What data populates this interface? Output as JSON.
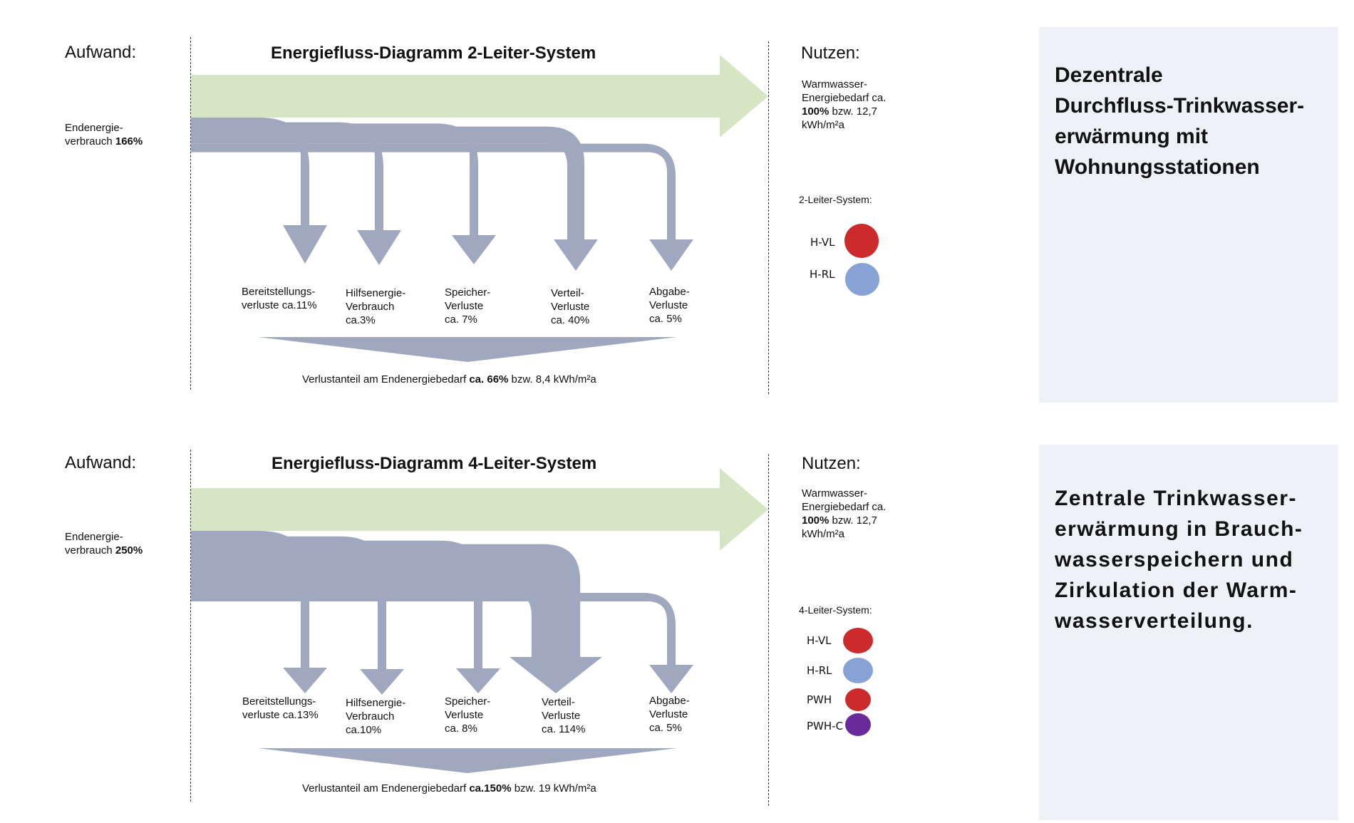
{
  "colors": {
    "useful_arrow": "#d6e6c5",
    "loss_arrow": "#a0a8c0",
    "h_vl": "#cc2b2b",
    "h_rl": "#87a3d6",
    "pwh": "#cc2b2b",
    "pwh_c": "#6a2b9a",
    "side_box": "#eef1f5"
  },
  "panels": [
    {
      "aufwand": "Aufwand:",
      "title": "Energiefluss-Diagramm 2-Leiter-System",
      "nutzen": "Nutzen:",
      "input_label": "Endenergie-",
      "input_label2": "verbrauch ",
      "input_value": "166%",
      "useful": {
        "line1": "Warmwasser-",
        "line2": "Energiebedarf ca.",
        "line3_bold": "100%",
        "line3_rest": " bzw. 12,7",
        "line4": "kWh/m²a"
      },
      "losses": [
        {
          "l1": "Bereitstellungs-",
          "l2": "verluste ca.11%",
          "l3": "",
          "value": 11
        },
        {
          "l1": "Hilfsenergie-",
          "l2": "Verbrauch",
          "l3": "ca.3%",
          "value": 3
        },
        {
          "l1": "Speicher-",
          "l2": "Verluste",
          "l3": "ca. 7%",
          "value": 7
        },
        {
          "l1": "Verteil-",
          "l2": "Verluste",
          "l3": "ca. 40%",
          "value": 40
        },
        {
          "l1": "Abgabe-",
          "l2": "Verluste",
          "l3": "ca. 5%",
          "value": 5
        }
      ],
      "total_pre": "Verlustanteil am Endenergiebedarf ",
      "total_bold": "ca. 66%",
      "total_post": " bzw. 8,4 kWh/m²a",
      "legend_title": "2-Leiter-System:",
      "legend": [
        {
          "label": "H-VL",
          "color": "#cc2b2b"
        },
        {
          "label": "H-RL",
          "color": "#87a3d6"
        }
      ]
    },
    {
      "aufwand": "Aufwand:",
      "title": "Energiefluss-Diagramm 4-Leiter-System",
      "nutzen": "Nutzen:",
      "input_label": "Endenergie-",
      "input_label2": "verbrauch ",
      "input_value": "250%",
      "useful": {
        "line1": "Warmwasser-",
        "line2": "Energiebedarf ca.",
        "line3_bold": "100%",
        "line3_rest": " bzw. 12,7",
        "line4": "kWh/m²a"
      },
      "losses": [
        {
          "l1": "Bereitstellungs-",
          "l2": "verluste ca.13%",
          "l3": "",
          "value": 13
        },
        {
          "l1": "Hilfsenergie-",
          "l2": "Verbrauch",
          "l3": "ca.10%",
          "value": 10
        },
        {
          "l1": "Speicher-",
          "l2": "Verluste",
          "l3": "ca. 8%",
          "value": 8
        },
        {
          "l1": "Verteil-",
          "l2": "Verluste",
          "l3": "ca. 114%",
          "value": 114
        },
        {
          "l1": "Abgabe-",
          "l2": "Verluste",
          "l3": "ca. 5%",
          "value": 5
        }
      ],
      "total_pre": "Verlustanteil am Endenergiebedarf ",
      "total_bold": "ca.150%",
      "total_post": " bzw. 19 kWh/m²a",
      "legend_title": "4-Leiter-System:",
      "legend": [
        {
          "label": "H-VL",
          "color": "#cc2b2b"
        },
        {
          "label": "H-RL",
          "color": "#87a3d6"
        },
        {
          "label": "PWH",
          "color": "#cc2b2b"
        },
        {
          "label": "PWH-C",
          "color": "#6a2b9a"
        }
      ]
    }
  ],
  "side": [
    {
      "lines": [
        "Dezentrale",
        "Durchfluss-Trinkwasser-",
        "erwärmung mit",
        "Wohnungsstationen"
      ]
    },
    {
      "lines": [
        "Zentrale Trinkwasser-",
        "erwärmung in Brauch-",
        "wasserspeichern und",
        "Zirkulation der Warm-",
        "wasserverteilung."
      ]
    }
  ]
}
